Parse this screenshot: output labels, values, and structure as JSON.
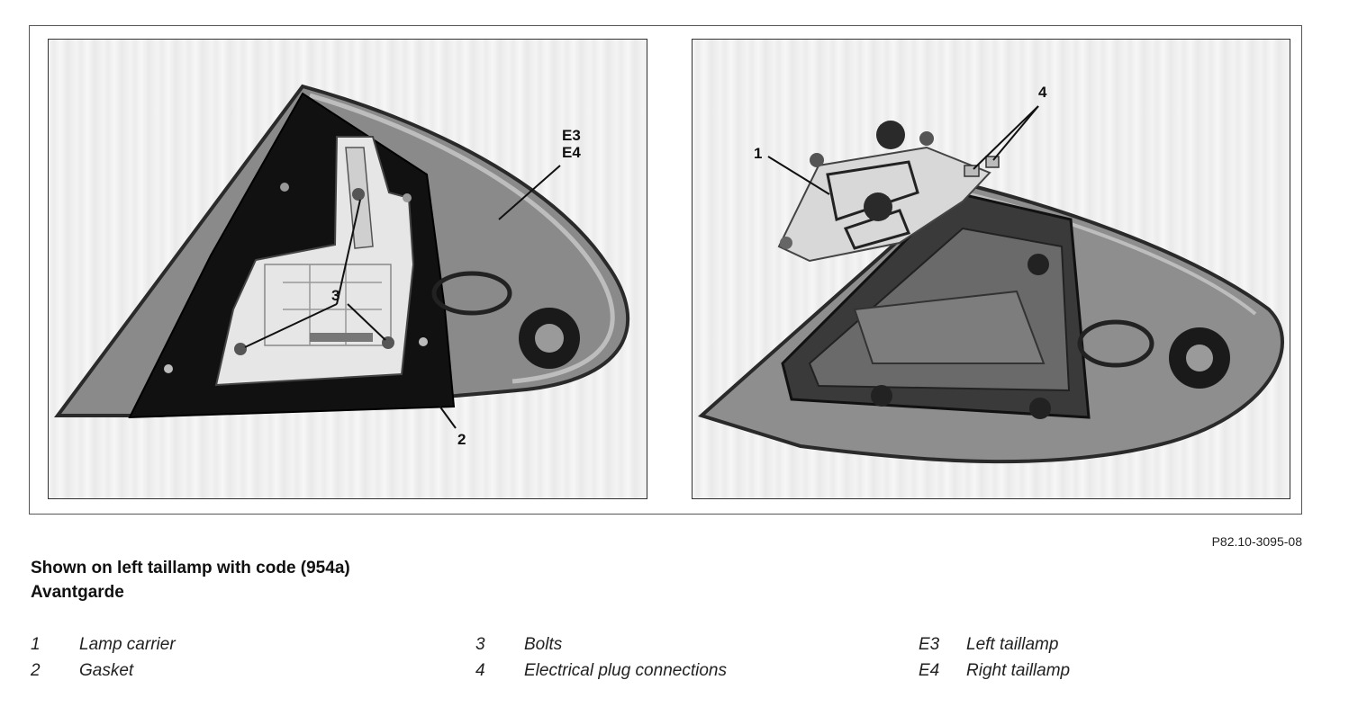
{
  "figure": {
    "left_panel": {
      "callout_e3": "E3",
      "callout_e4": "E4",
      "callout_3": "3",
      "callout_2": "2"
    },
    "right_panel": {
      "callout_1": "1",
      "callout_4": "4"
    }
  },
  "reference_code": "P82.10-3095-08",
  "caption": {
    "line1": "Shown on left taillamp with code (954a)",
    "line2": "Avantgarde"
  },
  "legend": [
    {
      "num": "1",
      "label": "Lamp carrier"
    },
    {
      "num": "2",
      "label": "Gasket"
    },
    {
      "num": "3",
      "label": "Bolts"
    },
    {
      "num": "4",
      "label": "Electrical plug connections"
    },
    {
      "num": "E3",
      "label": "Left taillamp"
    },
    {
      "num": "E4",
      "label": "Right taillamp"
    }
  ]
}
